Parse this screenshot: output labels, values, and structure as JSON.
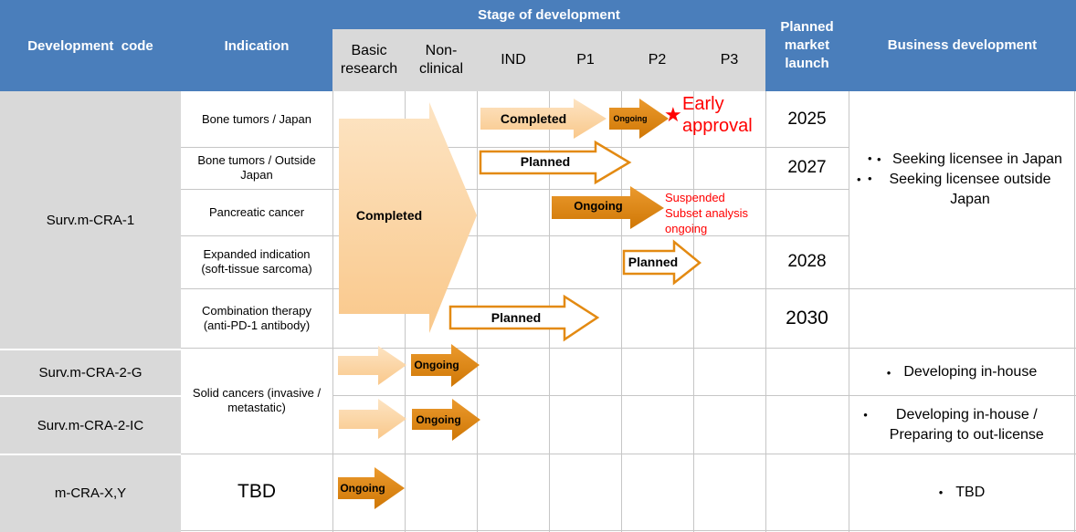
{
  "header": {
    "development_code": "Development  code",
    "indication": "Indication",
    "stage_of_development": "Stage of development",
    "stages": [
      "Basic research",
      "Non-clinical",
      "IND",
      "P1",
      "P2",
      "P3"
    ],
    "planned_market_launch": "Planned market launch",
    "business_development": "Business development"
  },
  "codes": [
    "Surv.m-CRA-1",
    "Surv.m-CRA-2-G",
    "Surv.m-CRA-2-IC",
    "m-CRA-X,Y"
  ],
  "indications": {
    "bone_japan": "Bone tumors / Japan",
    "bone_outside": "Bone tumors / Outside Japan",
    "pancreatic": "Pancreatic cancer",
    "expanded": "Expanded indication (soft-tissue sarcoma)",
    "combination": "Combination therapy (anti-PD-1 antibody)",
    "solid": "Solid cancers (invasive / metastatic)",
    "tbd": "TBD"
  },
  "launch_years": {
    "bone_japan": "2025",
    "bone_outside": "2027",
    "expanded": "2028",
    "combination": "2030"
  },
  "business": {
    "cra1": [
      "Seeking licensee in Japan",
      "Seeking licensee outside Japan"
    ],
    "cra2g": [
      "Developing in-house"
    ],
    "cra2ic": [
      "Developing in-house / Preparing to out-license"
    ],
    "xy": [
      "TBD"
    ]
  },
  "progress_labels": {
    "completed": "Completed",
    "ongoing": "Ongoing",
    "planned": "Planned"
  },
  "notes": {
    "star": "★",
    "early_approval": "Early approval",
    "suspended": "Suspended",
    "subset_analysis": "Subset analysis",
    "ongoing": "ongoing"
  },
  "colors": {
    "header_blue": "#4a7ebb",
    "completed_fill": "#fcd5a2",
    "ongoing_fill": "#e2870e",
    "planned_stroke": "#e38a12",
    "note_red": "#ff0000",
    "code_gray": "#d9d9d9"
  }
}
